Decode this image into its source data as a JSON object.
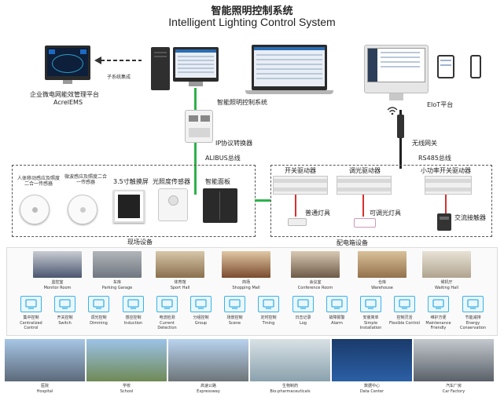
{
  "header": {
    "title_cn": "智能照明控制系统",
    "title_en": "Intelligent Lighting Control System"
  },
  "top": {
    "ems_label_cn": "企业微电网能效管理平台",
    "ems_label_en": "AcrelEMS",
    "subsystem_label": "子系统集成",
    "system_label": "智能照明控制系统",
    "eiot_label": "EIoT平台",
    "ip_converter_label": "IP协议转换器",
    "alibus_label": "ALIBUS总线",
    "wireless_gateway_label": "无线网关",
    "rs485_label": "RS485总线"
  },
  "field_devices": {
    "group_label": "现场设备",
    "items": [
      {
        "label": "人体移动感应及照度二合一传感器"
      },
      {
        "label": "微波感应及照度二合一传感器"
      },
      {
        "label": "3.5寸触摸屏"
      },
      {
        "label": "光照度传感器"
      },
      {
        "label": "智能面板"
      }
    ]
  },
  "cabinet": {
    "group_label": "配电箱设备",
    "switch_driver": "开关驱动器",
    "dimming_driver": "调光驱动器",
    "small_switch_driver": "小功率开关驱动器",
    "normal_lamp": "普通灯具",
    "dimmable_lamp": "可调光灯具",
    "ac_contactor": "交流接触器"
  },
  "scenes": [
    {
      "cn": "监控室",
      "en": "Monitor Room"
    },
    {
      "cn": "车库",
      "en": "Parking Garage"
    },
    {
      "cn": "体育馆",
      "en": "Sport Hall"
    },
    {
      "cn": "商场",
      "en": "Shopping Mall"
    },
    {
      "cn": "会议室",
      "en": "Conference Room"
    },
    {
      "cn": "仓库",
      "en": "Warehouse"
    },
    {
      "cn": "候机厅",
      "en": "Waiting Hall"
    }
  ],
  "features": [
    {
      "cn": "集中控制",
      "en": "Centralized Control",
      "icon": "monitor-icon"
    },
    {
      "cn": "开关控制",
      "en": "Switch",
      "icon": "power-icon"
    },
    {
      "cn": "调光控制",
      "en": "Dimming",
      "icon": "sliders-icon"
    },
    {
      "cn": "感应控制",
      "en": "Induction",
      "icon": "sensor-icon"
    },
    {
      "cn": "电流检测",
      "en": "Current Detection",
      "icon": "current-icon"
    },
    {
      "cn": "分组控制",
      "en": "Group",
      "icon": "group-icon"
    },
    {
      "cn": "场景控制",
      "en": "Scene",
      "icon": "scene-icon"
    },
    {
      "cn": "定时控制",
      "en": "Tming",
      "icon": "clock-icon"
    },
    {
      "cn": "日志记录",
      "en": "Log",
      "icon": "log-icon"
    },
    {
      "cn": "故障报警",
      "en": "Alarm",
      "icon": "alarm-icon"
    },
    {
      "cn": "安装简单",
      "en": "Simple Installation",
      "icon": "install-icon"
    },
    {
      "cn": "控制灵活",
      "en": "Flexible Control",
      "icon": "flexible-icon"
    },
    {
      "cn": "维护方便",
      "en": "Maintenance Friendly",
      "icon": "maintenance-icon"
    },
    {
      "cn": "节能减排",
      "en": "Energy Conservation",
      "icon": "recycle-icon"
    }
  ],
  "applications": [
    {
      "cn": "医院",
      "en": "Hospital"
    },
    {
      "cn": "学校",
      "en": "School"
    },
    {
      "cn": "高速公路",
      "en": "Expressway"
    },
    {
      "cn": "生物制药",
      "en": "Bio-pharmaceuticals"
    },
    {
      "cn": "数据中心",
      "en": "Data Center"
    },
    {
      "cn": "汽车厂房",
      "en": "Car Factory"
    }
  ],
  "colors": {
    "bus_green": "#2db14b",
    "lamp_red": "#d83030",
    "icon_blue": "#3bb2e6"
  }
}
